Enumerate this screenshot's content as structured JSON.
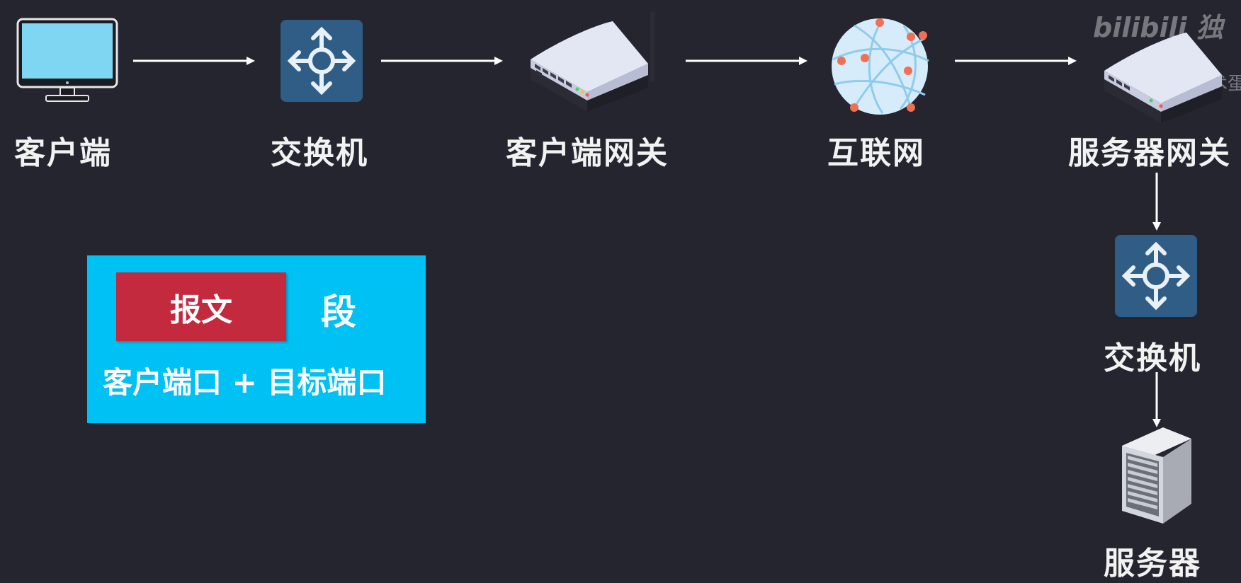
{
  "nodes": {
    "client": "客户端",
    "switch1": "交换机",
    "client_gateway": "客户端网关",
    "internet": "互联网",
    "server_gateway": "服务器网关",
    "switch2": "交换机",
    "server": "服务器"
  },
  "segment": {
    "message_label": "报文",
    "segment_char": "段",
    "ports_text": "客户端口 + 目标端口"
  },
  "watermark": {
    "brand": "bilibili 独",
    "author": "@技术蛋"
  },
  "colors": {
    "background": "#24252f",
    "segment_box": "#00c1f3",
    "message_box": "#c42a3e",
    "switch_icon": "#2f5d86",
    "globe_node": "#f07054"
  }
}
